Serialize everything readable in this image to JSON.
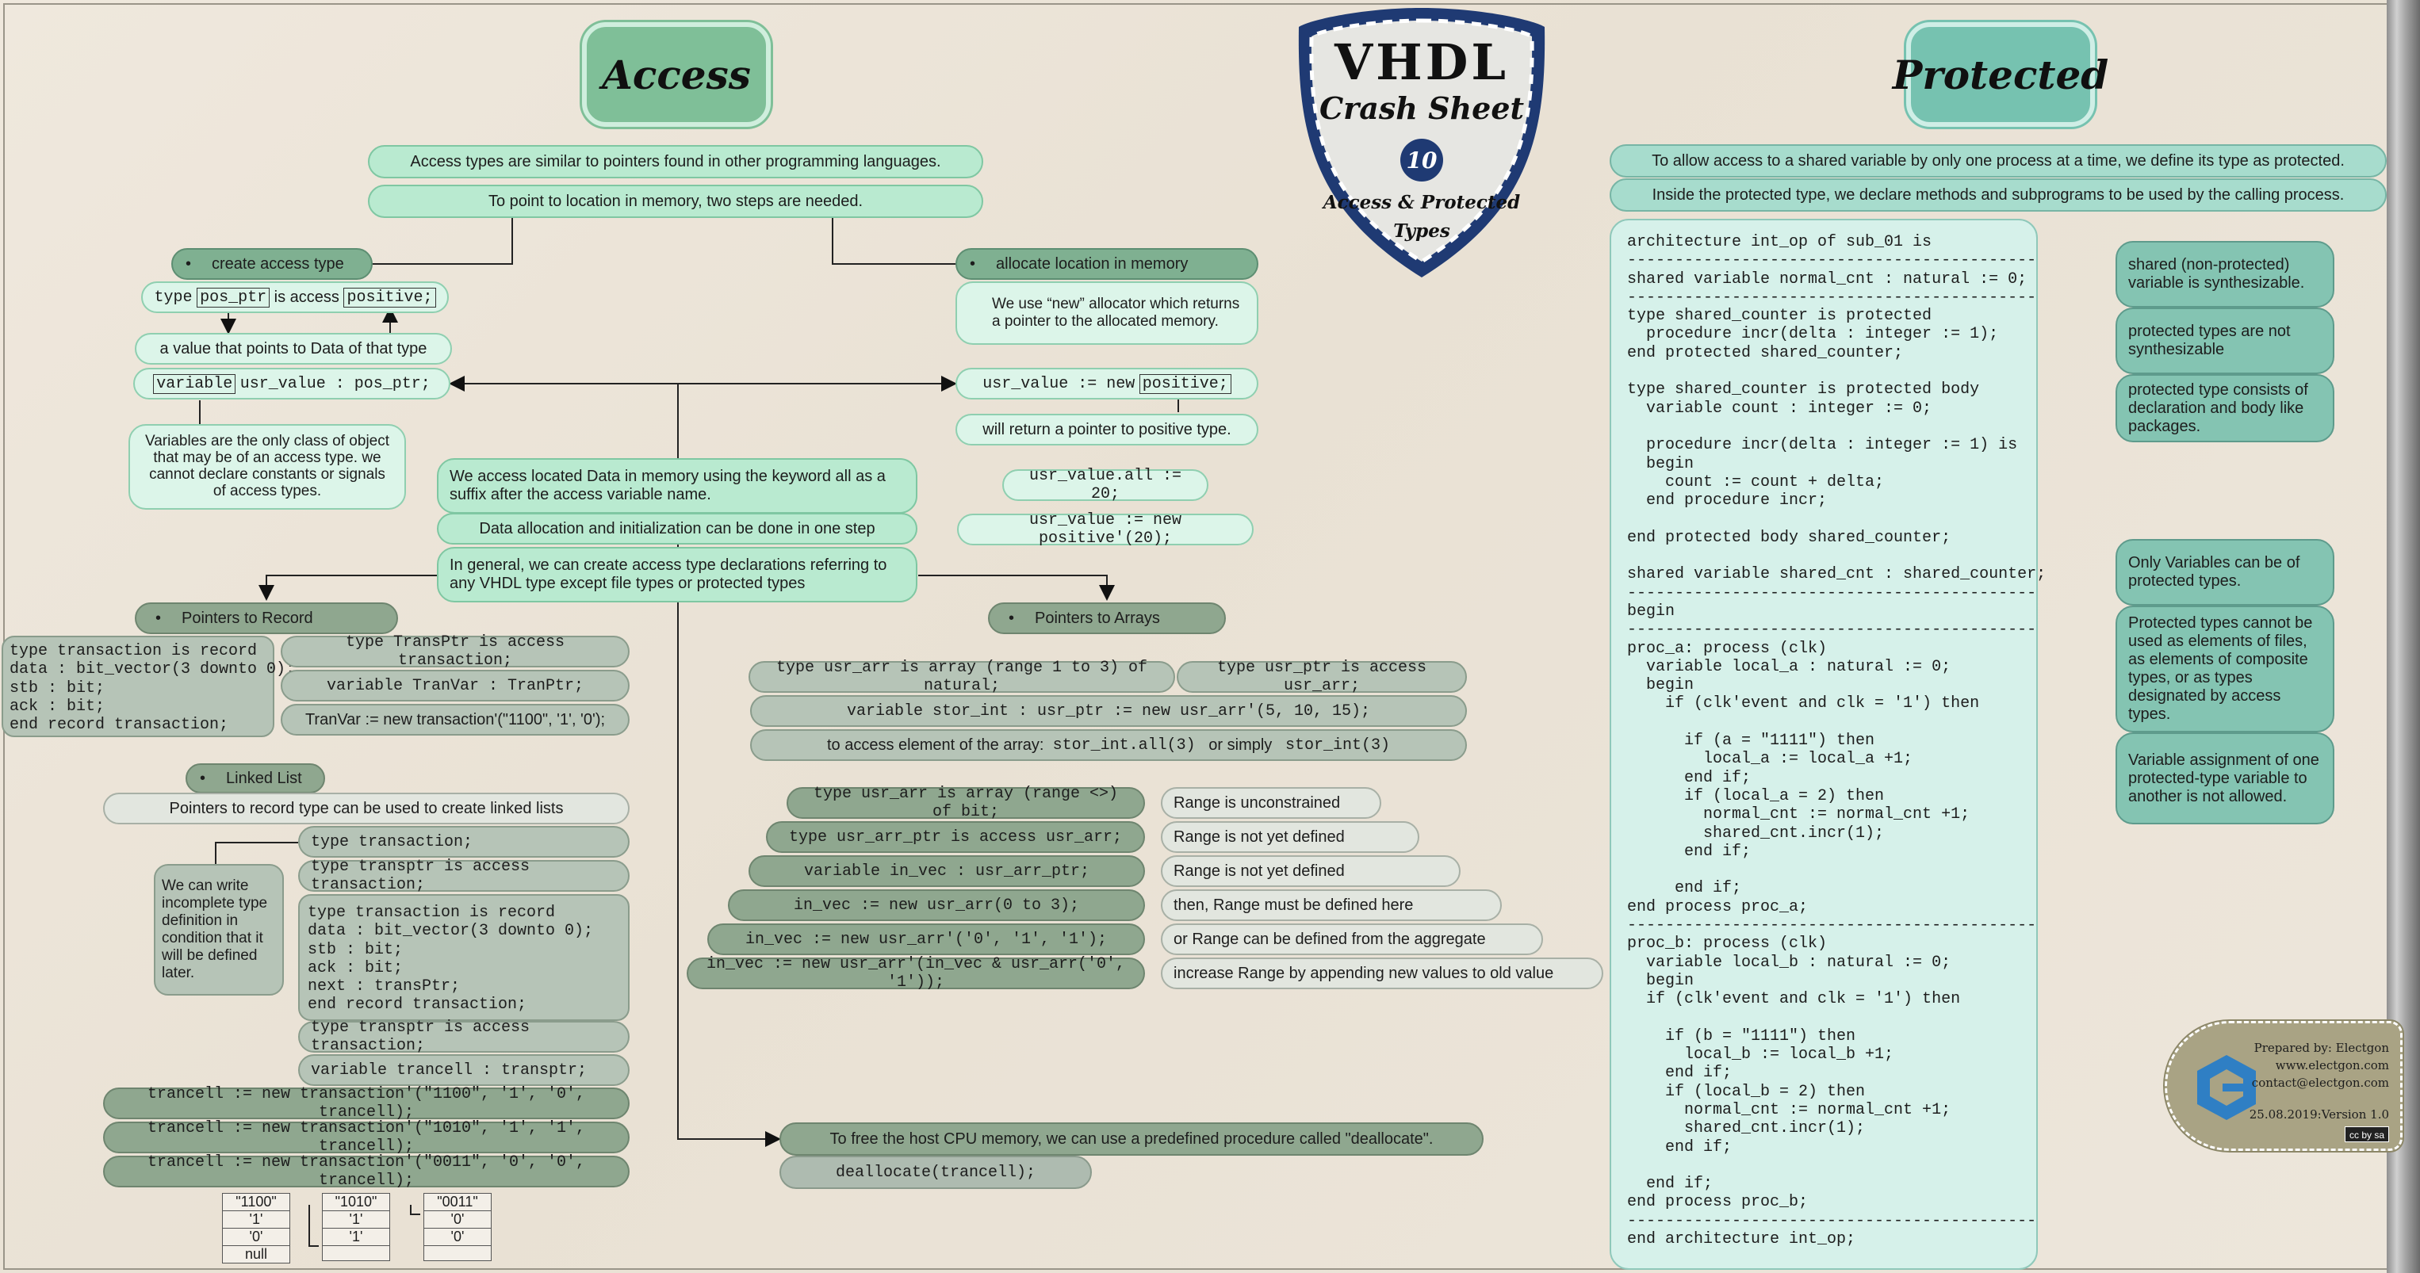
{
  "sections": {
    "access_title": "Access",
    "protected_title": "Protected"
  },
  "badge": {
    "title": "VHDL",
    "subtitle": "Crash Sheet",
    "number": "10",
    "topic_line1": "Access & Protected",
    "topic_line2": "Types"
  },
  "access": {
    "intro1": "Access types are similar to pointers found in other programming languages.",
    "intro2": "To point to location in memory, two steps are needed.",
    "create_label": "create access type",
    "decl_kw_type": "type",
    "decl_name": "pos_ptr",
    "decl_mid": "is access",
    "decl_target": "positive;",
    "value_desc": "a value that points to Data of that type",
    "var_kw": "variable",
    "var_rest": "usr_value : pos_ptr;",
    "var_note": "Variables are the only class of object that may be of an access type. we cannot declare constants or signals of access types.",
    "alloc_label": "allocate location in memory",
    "alloc_desc": "We use “new” allocator which returns a pointer to the allocated  memory.",
    "new_prefix": "usr_value := new",
    "new_target": "positive;",
    "return_note": "will return a pointer to positive type.",
    "all_note": "We access located Data in memory using the keyword all as a suffix after the access variable name.",
    "all_code": "usr_value.all := 20;",
    "onestep_note": "Data allocation and initialization can be done in one step",
    "onestep_code": "usr_value := new positive'(20);",
    "general_note": "In general, we can create access type declarations referring to any VHDL type except file types or protected types"
  },
  "records": {
    "label": "Pointers to Record",
    "record_code": "type transaction is record\ndata : bit_vector(3 downto 0);\nstb : bit;\nack : bit;\nend record transaction;",
    "tranptr_type": "type TransPtr is access transaction;",
    "tranvar_decl": "variable TranVar : TranPtr;",
    "tranvar_new": "TranVar := new transaction'(\"1100\", '1', '0');"
  },
  "linked": {
    "label": "Linked List",
    "desc": "Pointers to record type can be used to create linked lists",
    "incomplete_note": "We can write incomplete type definition in condition that it will be defined later.",
    "lines": [
      "type transaction;",
      "type transptr is access transaction;"
    ],
    "record_code": "type transaction is record\ndata : bit_vector(3 downto 0);\nstb : bit;\nack : bit;\nnext : transPtr;\nend record transaction;",
    "transptr2": "type transptr is access transaction;",
    "trancell_decl": "variable trancell : transptr;",
    "new_lines": [
      "trancell := new transaction'(\"1100\", '1', '0', trancell);",
      "trancell := new transaction'(\"1010\", '1', '1', trancell);",
      "trancell := new transaction'(\"0011\", '0', '0', trancell);"
    ],
    "nodes": [
      [
        "\"1100\"",
        "'1'",
        "'0'",
        "null"
      ],
      [
        "\"1010\"",
        "'1'",
        "'1'",
        ""
      ],
      [
        "\"0011\"",
        "'0'",
        "'0'",
        ""
      ]
    ]
  },
  "arrays": {
    "label": "Pointers to Arrays",
    "arr_type": "type usr_arr is array (range 1 to 3) of natural;",
    "ptr_type": "type usr_ptr is access usr_arr;",
    "stor_decl": "variable stor_int : usr_ptr := new usr_arr'(5, 10, 15);",
    "access_prefix": "to access element of the array:",
    "access_a": "stor_int.all(3)",
    "access_or": "or simply",
    "access_b": "stor_int(3)",
    "unc_lines": [
      "type usr_arr is array (range <>) of bit;",
      "type usr_arr_ptr is access usr_arr;",
      "variable in_vec : usr_arr_ptr;",
      "in_vec := new usr_arr(0 to 3);",
      "in_vec := new usr_arr'('0', '1', '1');",
      "in_vec := new usr_arr'(in_vec & usr_arr('0', '1'));"
    ],
    "unc_notes": [
      "Range is unconstrained",
      "Range is not yet defined",
      "Range is not yet defined",
      "then, Range must be defined here",
      "or Range can be defined from the aggregate",
      "increase Range by appending new values to old value"
    ]
  },
  "dealloc": {
    "note": "To free the host CPU memory, we can use a predefined procedure called \"deallocate\".",
    "code": "deallocate(trancell);"
  },
  "protected": {
    "intro1": "To allow access to a shared variable by only one process at a time, we define its type as protected.",
    "intro2": "Inside the protected type, we declare methods and subprograms to be used by the calling process.",
    "code": "architecture int_op of sub_01 is\n-------------------------------------------\nshared variable normal_cnt : natural := 0;\n-------------------------------------------\ntype shared_counter is protected\n  procedure incr(delta : integer := 1);\nend protected shared_counter;\n\ntype shared_counter is protected body\n  variable count : integer := 0;\n\n  procedure incr(delta : integer := 1) is\n  begin\n    count := count + delta;\n  end procedure incr;\n\nend protected body shared_counter;\n\nshared variable shared_cnt : shared_counter;\n-------------------------------------------\nbegin\n-------------------------------------------\nproc_a: process (clk)\n  variable local_a : natural := 0;\n  begin\n    if (clk'event and clk = '1') then\n\n      if (a = \"1111\") then\n        local_a := local_a +1;\n      end if;\n      if (local_a = 2) then\n        normal_cnt := normal_cnt +1;\n        shared_cnt.incr(1);\n      end if;\n\n     end if;\nend process proc_a;\n-------------------------------------------\nproc_b: process (clk)\n  variable local_b : natural := 0;\n  begin\n  if (clk'event and clk = '1') then\n\n    if (b = \"1111\") then\n      local_b := local_b +1;\n    end if;\n    if (local_b = 2) then\n      normal_cnt := normal_cnt +1;\n      shared_cnt.incr(1);\n    end if;\n\n  end if;\nend process proc_b;\n-------------------------------------------\nend architecture int_op;",
    "notes": [
      "shared (non-protected) variable is synthesizable.",
      "protected types are not synthesizable",
      "protected type consists of declaration and body like packages.",
      "Only Variables can be of protected types.",
      "Protected types cannot be used as elements of files, as elements of composite types, or as types designated by access types.",
      "Variable assignment of one protected-type variable to another is not allowed."
    ]
  },
  "credits": {
    "prepared": "Prepared by: Electgon",
    "site": "www.electgon.com",
    "email": "contact@electgon.com",
    "version": "25.08.2019:Version 1.0",
    "license": "cc by sa"
  },
  "colors": {
    "access_green": "#7fbf98",
    "protected_teal": "#76c2b0",
    "badge_navy": "#1f3a73"
  }
}
